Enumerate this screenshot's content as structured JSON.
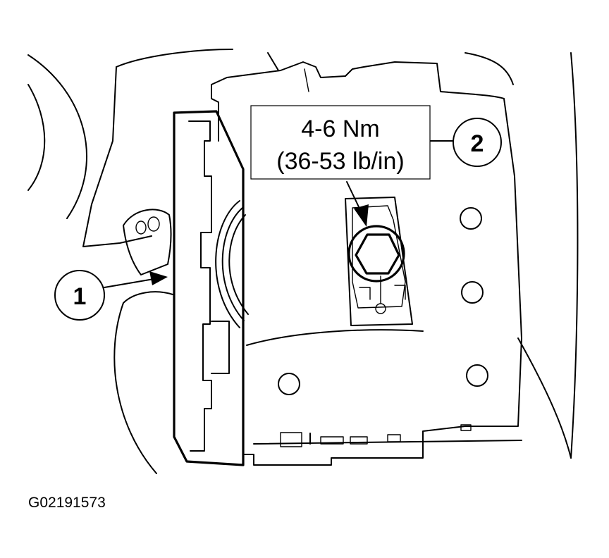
{
  "callouts": [
    {
      "number": "1"
    },
    {
      "number": "2"
    }
  ],
  "torque_spec": {
    "metric": "4-6 Nm",
    "imperial": "(36-53 lb/in)"
  },
  "figure_id": "G02191573"
}
